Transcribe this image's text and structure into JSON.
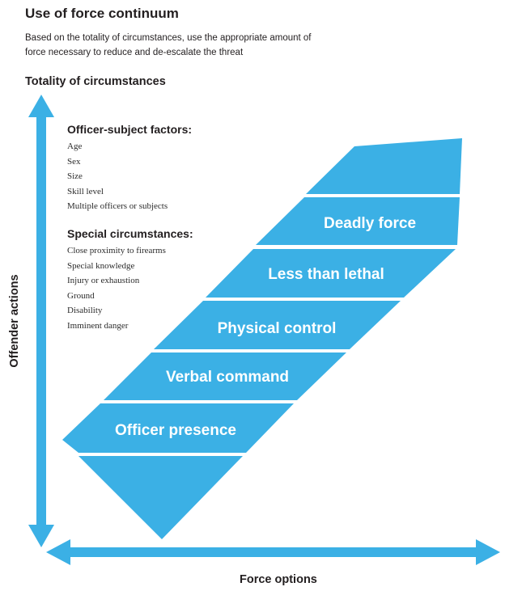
{
  "title": "Use of force continuum",
  "subtitle_lines": [
    "Based on the totality of circumstances, use the appropriate amount of",
    "force necessary to reduce and de-escalate the threat"
  ],
  "y_axis_top_label": "Totality of circumstances",
  "y_axis_side_label": "Offender actions",
  "x_axis_label": "Force options",
  "officer_subject_factors": {
    "heading": "Officer-subject factors:",
    "items": [
      "Age",
      "Sex",
      "Size",
      "Skill level",
      "Multiple officers or subjects"
    ]
  },
  "special_circumstances": {
    "heading": "Special circumstances:",
    "items": [
      "Close proximity to firearms",
      "Special knowledge",
      "Injury or exhaustion",
      "Ground",
      "Disability",
      "Imminent danger"
    ]
  },
  "force_levels": [
    "Officer presence",
    "Verbal command",
    "Physical control",
    "Less than lethal",
    "Deadly force"
  ],
  "colors": {
    "band_fill": "#3bb0e5",
    "text": "#231f20"
  }
}
